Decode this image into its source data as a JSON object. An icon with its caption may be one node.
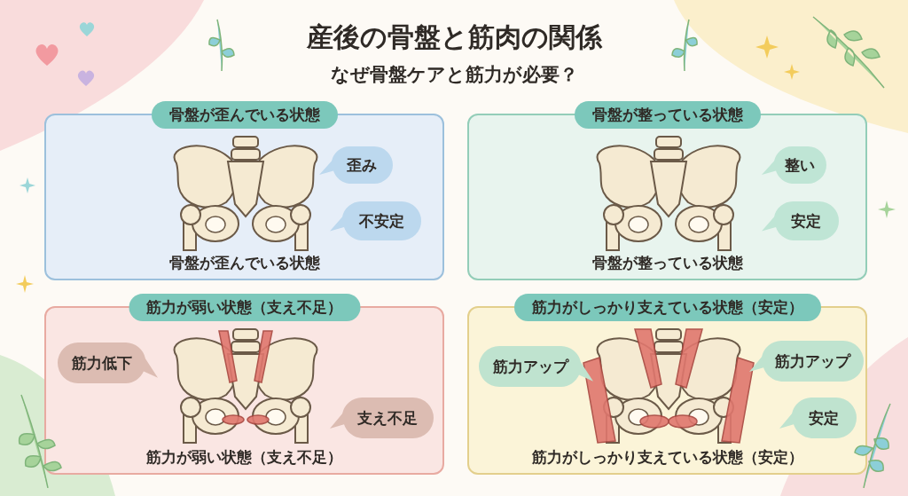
{
  "diagram": {
    "title": "産後の骨盤と筋肉の関係",
    "nodes": [
      {
        "text": [
          "骨盤が歪んでいる状態",
          "骨盤が歪んでいる状態"
        ]
      },
      {
        "text": [
          "歪み"
        ],
        "in": 0
      },
      {
        "text": [
          "不安定"
        ],
        "in": 0
      },
      {
        "text": [
          "骨盤が整っている状態",
          "骨盤が整っている状態"
        ]
      },
      {
        "text": [
          "整い"
        ],
        "in": 3
      },
      {
        "text": [
          "安定"
        ],
        "in": 3
      },
      {
        "text": [
          "筋力が弱い状態（支え不足）",
          "筋力が弱い状態（支え不足）"
        ]
      },
      {
        "text": [
          "筋力低下"
        ],
        "in": 6
      },
      {
        "text": [
          "支え不足"
        ],
        "in": 6
      },
      {
        "text": [
          "筋力がしっかり支えている状態（安定）",
          "筋力がしっかり支えている状態（安定）"
        ]
      },
      {
        "text": [
          "筋力アップ"
        ],
        "in": 9
      },
      {
        "text": [
          "筋力アップ"
        ],
        "in": 9
      },
      {
        "text": [
          "安定"
        ],
        "in": 9
      }
    ],
    "edges": [],
    "labels": [
      "なぜ骨盤ケアと筋力が必要？"
    ]
  }
}
